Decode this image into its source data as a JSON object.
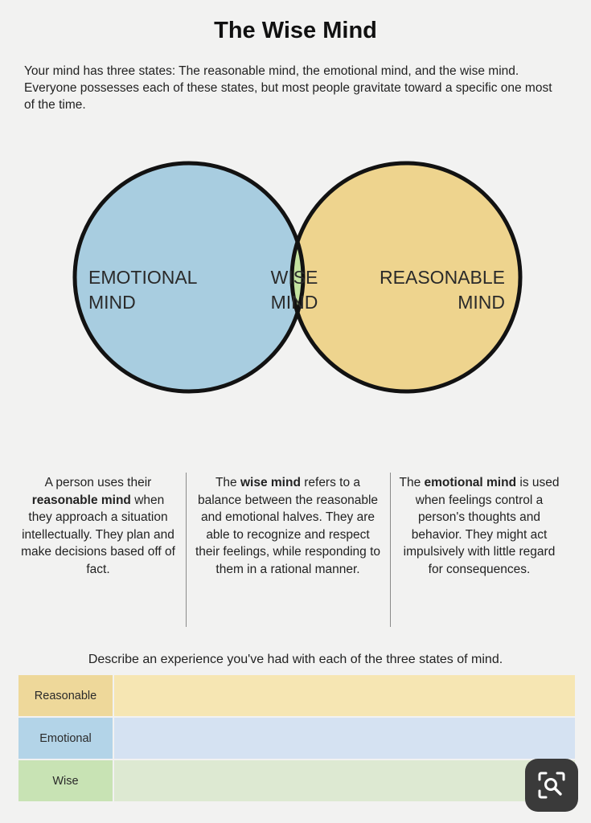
{
  "page": {
    "title": "The Wise Mind",
    "intro": "Your mind has three states: The reasonable mind, the emotional mind, and the wise mind. Everyone possesses each of these states, but most people gravitate toward a specific one most of the time."
  },
  "diagram": {
    "emotional_line1": "EMOTIONAL",
    "emotional_line2": "MIND",
    "wise_line1": "WISE",
    "wise_line2": "MIND",
    "reasonable_line1": "REASONABLE",
    "reasonable_line2": "MIND",
    "colors": {
      "emotional": "#a8cde0",
      "reasonable": "#eed48e",
      "wise": "#c4e3a0",
      "outline": "#121212"
    }
  },
  "descriptions": {
    "reasonable": {
      "pre": "A person uses their ",
      "bold": "reasonable mind",
      "post": " when they approach a situation intellectually. They plan and make decisions based off of fact."
    },
    "wise": {
      "pre": "The ",
      "bold": "wise mind",
      "post": " refers to a balance between the reasonable and emotional halves. They are able to recognize and respect their feelings, while responding to them in a rational manner."
    },
    "emotional": {
      "pre": "The ",
      "bold": "emotional mind",
      "post": " is used when feelings control a person's thoughts and behavior. They might act impulsively with little regard for consequences."
    }
  },
  "worksheet": {
    "prompt": "Describe an experience you've had with each of the three states of mind.",
    "rows": [
      {
        "label": "Reasonable",
        "label_color": "#eed89a",
        "field_color": "#f6e6b3"
      },
      {
        "label": "Emotional",
        "label_color": "#b3d4e8",
        "field_color": "#d5e2f2"
      },
      {
        "label": "Wise",
        "label_color": "#c8e3b4",
        "field_color": "#dde9d2"
      }
    ]
  },
  "overlay": {
    "search_button_icon": "image-search-icon"
  }
}
